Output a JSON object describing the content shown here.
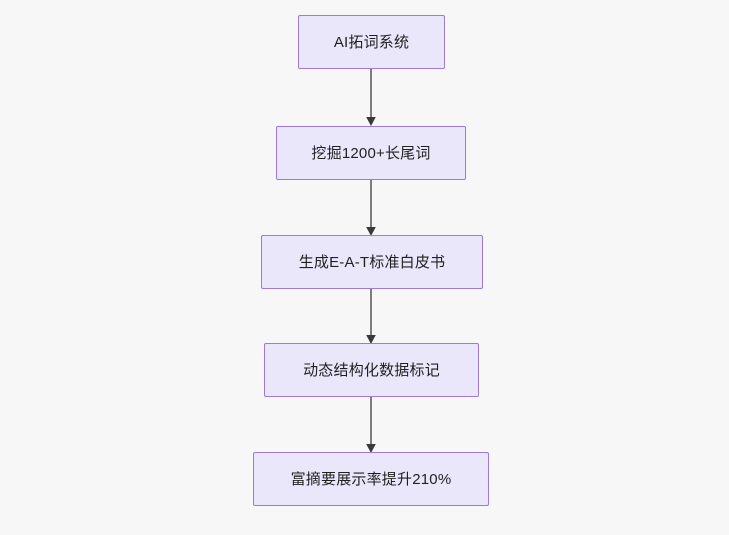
{
  "diagram": {
    "type": "flowchart",
    "direction": "top-to-bottom",
    "background_color": "#f7f7f7",
    "node_fill_color": "#eae7fb",
    "node_border_color": "#9b7ad9",
    "node_text_color": "#1f2020",
    "connector_color": "#7d7d7d",
    "nodes": [
      {
        "id": "n1",
        "label": "AI拓词系统"
      },
      {
        "id": "n2",
        "label": "挖掘1200+长尾词"
      },
      {
        "id": "n3",
        "label": "生成E-A-T标准白皮书"
      },
      {
        "id": "n4",
        "label": "动态结构化数据标记"
      },
      {
        "id": "n5",
        "label": "富摘要展示率提升210%"
      }
    ],
    "edges": [
      {
        "from": "n1",
        "to": "n2",
        "arrowhead": "solid-triangle"
      },
      {
        "from": "n2",
        "to": "n3",
        "arrowhead": "solid-triangle"
      },
      {
        "from": "n3",
        "to": "n4",
        "arrowhead": "solid-triangle"
      },
      {
        "from": "n4",
        "to": "n5",
        "arrowhead": "solid-triangle"
      }
    ]
  }
}
